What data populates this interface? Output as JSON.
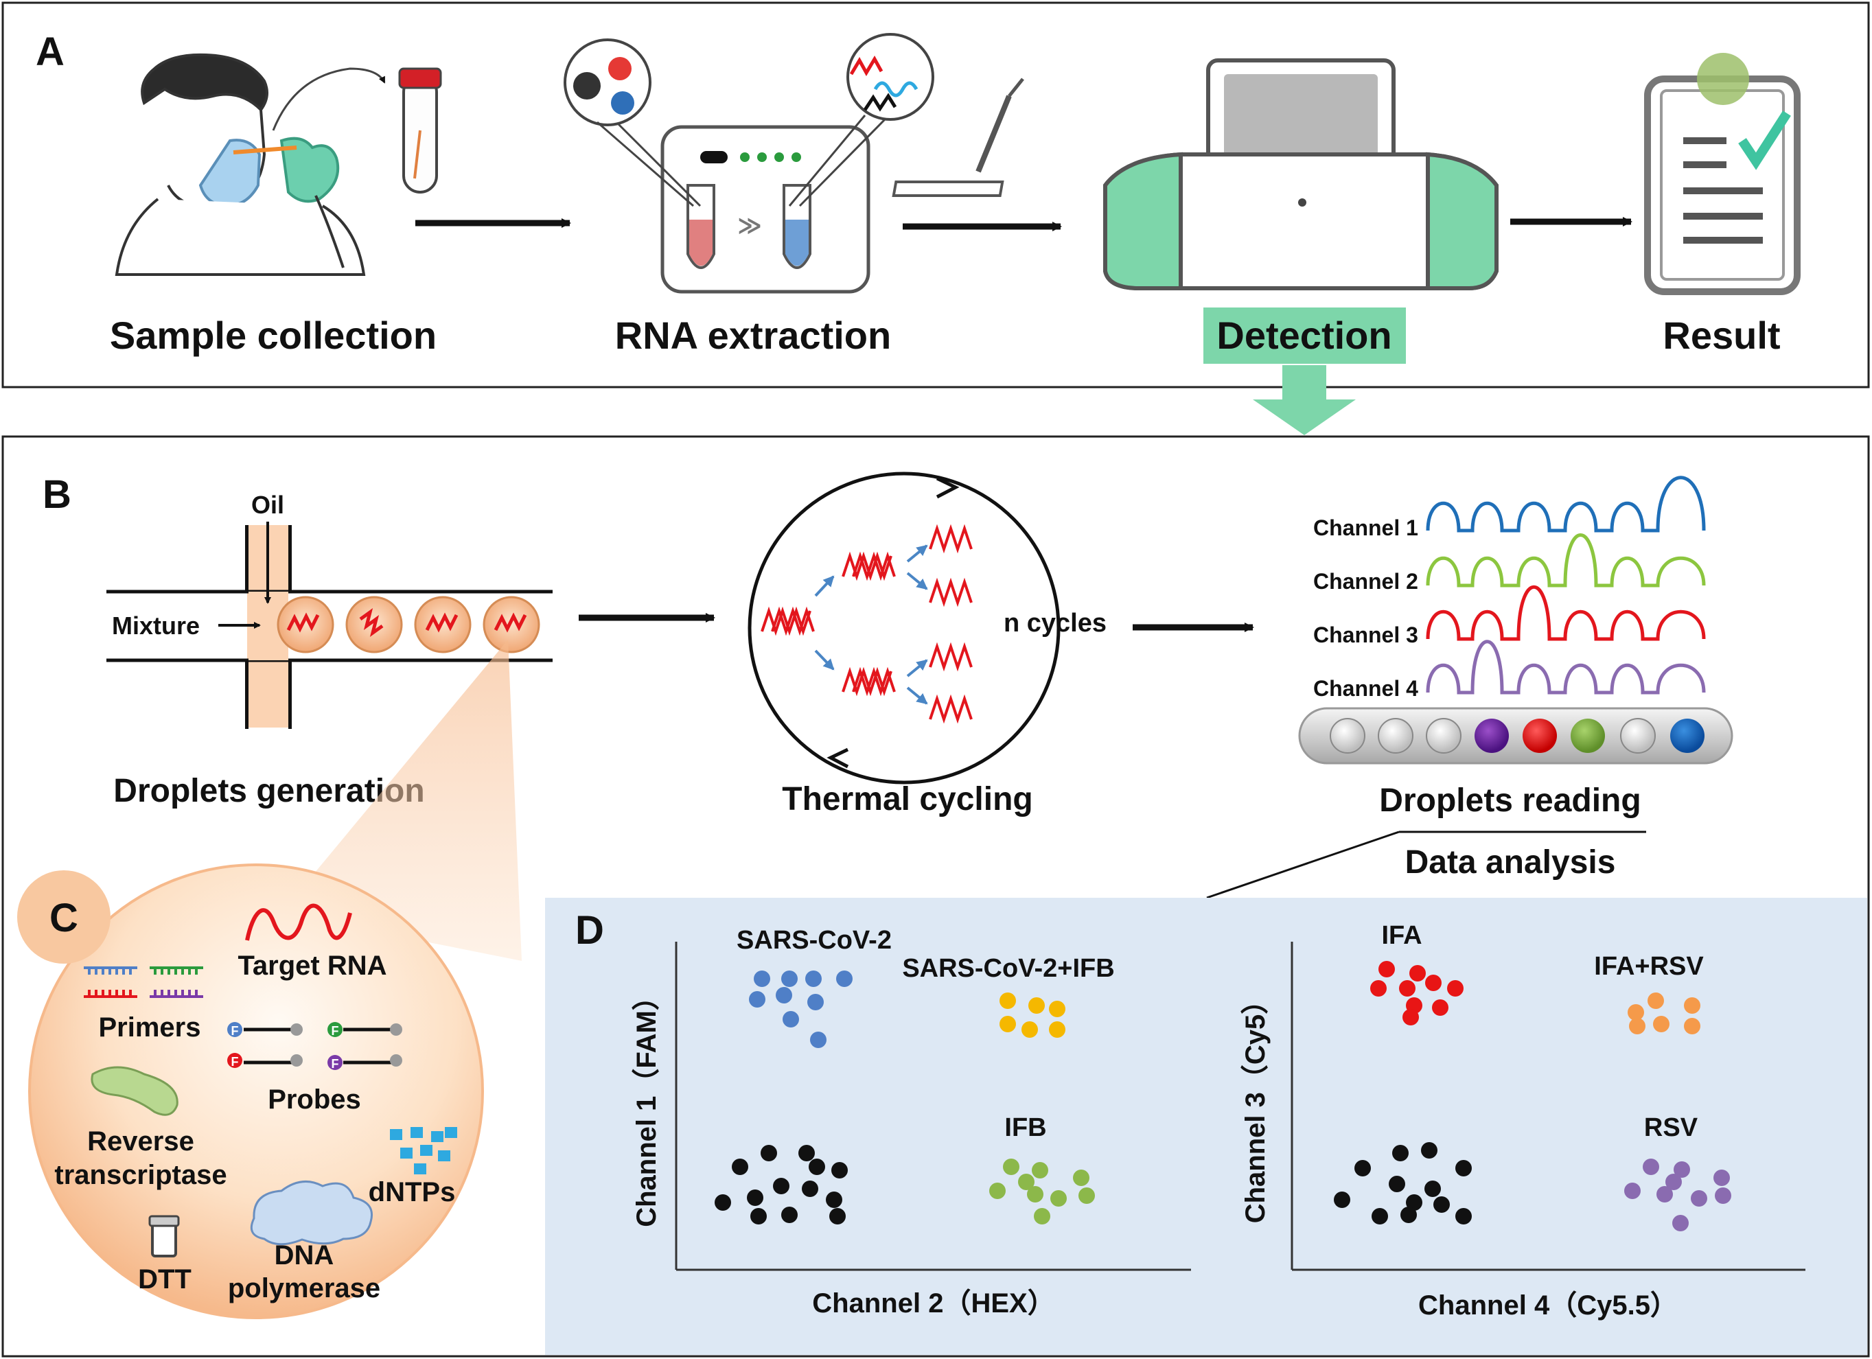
{
  "panel_a": {
    "letter": "A",
    "steps": [
      "Sample collection",
      "RNA extraction",
      "Detection",
      "Result"
    ]
  },
  "panel_b": {
    "letter": "B",
    "oil_label": "Oil",
    "mixture_label": "Mixture",
    "droplets_generation": "Droplets generation",
    "thermal_cycling": "Thermal cycling",
    "n_cycles": "n cycles",
    "channels": [
      "Channel 1",
      "Channel 2",
      "Channel 3",
      "Channel 4"
    ],
    "droplets_reading": "Droplets reading",
    "data_analysis": "Data analysis"
  },
  "panel_c": {
    "letter": "C",
    "target_rna": "Target RNA",
    "primers": "Primers",
    "probes": "Probes",
    "probe_letter": "F",
    "reverse_transcriptase": [
      "Reverse",
      "transcriptase"
    ],
    "dntps": "dNTPs",
    "dtt": "DTT",
    "dna_polymerase": [
      "DNA",
      "polymerase"
    ]
  },
  "panel_d": {
    "letter": "D",
    "plot1": {
      "ylabel": "Channel 1（FAM）",
      "xlabel": "Channel 2（HEX）",
      "clusters": [
        "SARS-CoV-2",
        "SARS-CoV-2+IFB",
        "IFB"
      ]
    },
    "plot2": {
      "ylabel": "Channel 3（Cy5）",
      "xlabel": "Channel 4（Cy5.5）",
      "clusters": [
        "IFA",
        "IFA+RSV",
        "RSV"
      ]
    }
  },
  "colors": {
    "accent_green": "#7dd6aa",
    "panel_d_bg": "#dde8f4",
    "rna_red": "#e3161d",
    "channel1": "#1f6fb8",
    "channel2": "#8cc63f",
    "channel3": "#e3161d",
    "channel4": "#8a6bb0"
  }
}
